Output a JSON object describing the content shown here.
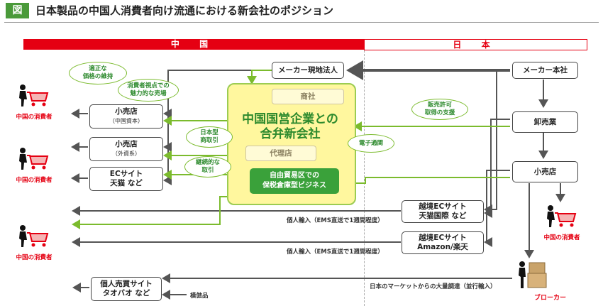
{
  "header": {
    "mark": "図",
    "title": "日本製品の中国人消費者向け流通における新会社のポジション"
  },
  "regions": {
    "china": "中 国",
    "japan": "日 本"
  },
  "core": {
    "shosha": "商社",
    "title_line1": "中国国営企業との",
    "title_line2": "合弁新会社",
    "dairiten": "代理店",
    "bonded_line1": "自由貿易区での",
    "bonded_line2": "保税倉庫型ビジネス"
  },
  "boxes": {
    "maker_local": "メーカー現地法人",
    "maker_hq": "メーカー本社",
    "wholesale": "卸売業",
    "retail_jp": "小売店",
    "retail_cn1": "小売店",
    "retail_cn1_sub": "（中国資本）",
    "retail_cn2": "小売店",
    "retail_cn2_sub": "（外資系）",
    "ec_cn_line1": "ECサイト",
    "ec_cn_line2": "天猫 など",
    "ec_cross1_line1": "越境ECサイト",
    "ec_cross1_line2": "天猫国際 など",
    "ec_cross2_line1": "越境ECサイト",
    "ec_cross2_line2": "Amazon/楽天",
    "resale_line1": "個人売買サイト",
    "resale_line2": "タオバオ など"
  },
  "ellipses": {
    "fair_price_1": "適正な",
    "fair_price_2": "価格の維持",
    "consumer_view_1": "消費者視点での",
    "consumer_view_2": "魅力的な売場",
    "jp_trade_1": "日本型",
    "jp_trade_2": "商取引",
    "continuous_1": "継続的な",
    "continuous_2": "取引",
    "license_1": "販売許可",
    "license_2": "取得の支援",
    "ecustoms": "電子通関"
  },
  "labels": {
    "consumer": "中国の消費者",
    "personal_import": "個人輸入（EMS直送で1週間程度）",
    "bulk_buy": "日本のマーケットからの大量調達（並行輸入）",
    "counterfeit": "模倣品",
    "broker": "ブローカー"
  },
  "icons": {
    "consumer": "shopping-cart-person-icon",
    "broker": "person-with-boxes-icon"
  },
  "colors": {
    "red": "#e50012",
    "green": "#3aa13a",
    "arrow_gray": "#555555",
    "arrow_green": "#7bbb2d",
    "core_fill": "#fff79e"
  }
}
